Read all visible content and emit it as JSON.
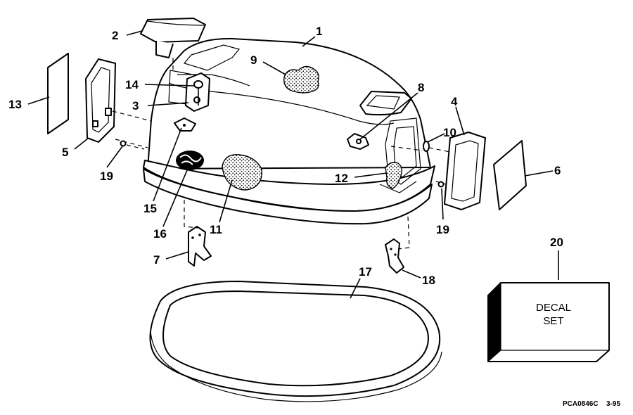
{
  "callouts": [
    "1",
    "2",
    "3",
    "4",
    "5",
    "6",
    "7",
    "8",
    "9",
    "10",
    "11",
    "12",
    "13",
    "14",
    "15",
    "16",
    "17",
    "18",
    "19",
    "19",
    "20"
  ],
  "decal_box": {
    "line1": "DECAL",
    "line2": "SET"
  },
  "footer": {
    "code": "PCA0846C",
    "date": "3-95"
  }
}
